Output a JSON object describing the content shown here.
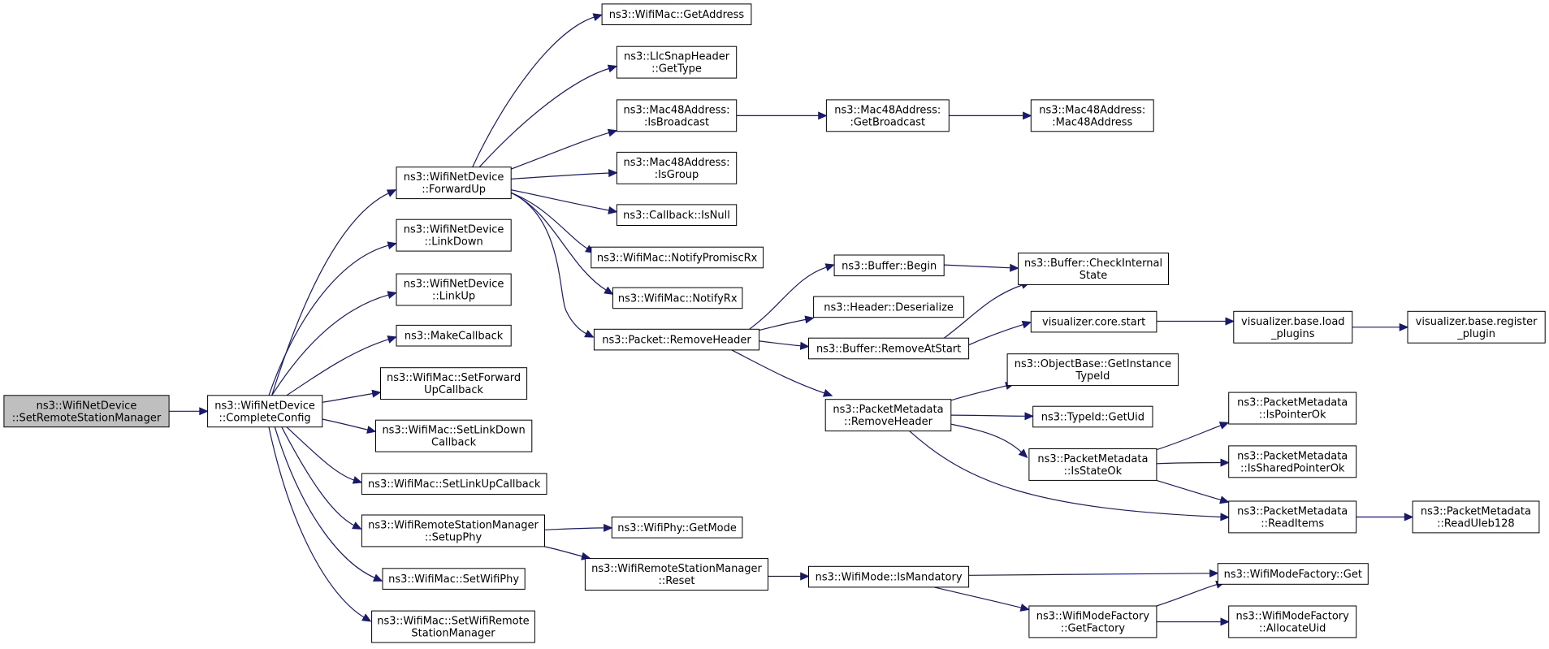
{
  "diagram": {
    "nodes": [
      {
        "id": "n0",
        "lines": [
          "ns3::WifiNetDevice",
          "::SetRemoteStationManager"
        ]
      },
      {
        "id": "n1",
        "lines": [
          "ns3::WifiNetDevice",
          "::CompleteConfig"
        ]
      },
      {
        "id": "n2",
        "lines": [
          "ns3::WifiNetDevice",
          "::ForwardUp"
        ]
      },
      {
        "id": "n3",
        "lines": [
          "ns3::WifiNetDevice",
          "::LinkDown"
        ]
      },
      {
        "id": "n4",
        "lines": [
          "ns3::WifiNetDevice",
          "::LinkUp"
        ]
      },
      {
        "id": "n5",
        "lines": [
          "ns3::MakeCallback"
        ]
      },
      {
        "id": "n6",
        "lines": [
          "ns3::WifiMac::SetForward",
          "UpCallback"
        ]
      },
      {
        "id": "n7",
        "lines": [
          "ns3::WifiMac::SetLinkDown",
          "Callback"
        ]
      },
      {
        "id": "n8",
        "lines": [
          "ns3::WifiMac::SetLinkUpCallback"
        ]
      },
      {
        "id": "n9",
        "lines": [
          "ns3::WifiRemoteStationManager",
          "::SetupPhy"
        ]
      },
      {
        "id": "n10",
        "lines": [
          "ns3::WifiMac::SetWifiPhy"
        ]
      },
      {
        "id": "n11",
        "lines": [
          "ns3::WifiMac::SetWifiRemote",
          "StationManager"
        ]
      },
      {
        "id": "n12",
        "lines": [
          "ns3::WifiMac::GetAddress"
        ]
      },
      {
        "id": "n13",
        "lines": [
          "ns3::LlcSnapHeader",
          "::GetType"
        ]
      },
      {
        "id": "n14",
        "lines": [
          "ns3::Mac48Address:",
          ":IsBroadcast"
        ]
      },
      {
        "id": "n15",
        "lines": [
          "ns3::Mac48Address:",
          ":IsGroup"
        ]
      },
      {
        "id": "n16",
        "lines": [
          "ns3::Callback::IsNull"
        ]
      },
      {
        "id": "n17",
        "lines": [
          "ns3::WifiMac::NotifyPromiscRx"
        ]
      },
      {
        "id": "n18",
        "lines": [
          "ns3::WifiMac::NotifyRx"
        ]
      },
      {
        "id": "n19",
        "lines": [
          "ns3::Packet::RemoveHeader"
        ]
      },
      {
        "id": "n20",
        "lines": [
          "ns3::WifiPhy::GetMode"
        ]
      },
      {
        "id": "n21",
        "lines": [
          "ns3::WifiRemoteStationManager",
          "::Reset"
        ]
      },
      {
        "id": "n22",
        "lines": [
          "ns3::Mac48Address:",
          ":GetBroadcast"
        ]
      },
      {
        "id": "n23",
        "lines": [
          "ns3::Mac48Address:",
          ":Mac48Address"
        ]
      },
      {
        "id": "n24",
        "lines": [
          "ns3::Buffer::Begin"
        ]
      },
      {
        "id": "n25",
        "lines": [
          "ns3::Header::Deserialize"
        ]
      },
      {
        "id": "n26",
        "lines": [
          "ns3::Buffer::RemoveAtStart"
        ]
      },
      {
        "id": "n27",
        "lines": [
          "ns3::PacketMetadata",
          "::RemoveHeader"
        ]
      },
      {
        "id": "n28",
        "lines": [
          "ns3::WifiMode::IsMandatory"
        ]
      },
      {
        "id": "n29",
        "lines": [
          "ns3::Buffer::CheckInternal",
          "State"
        ]
      },
      {
        "id": "n30",
        "lines": [
          "visualizer.core.start"
        ]
      },
      {
        "id": "n31",
        "lines": [
          "ns3::ObjectBase::GetInstance",
          "TypeId"
        ]
      },
      {
        "id": "n32",
        "lines": [
          "ns3::TypeId::GetUid"
        ]
      },
      {
        "id": "n33",
        "lines": [
          "ns3::PacketMetadata",
          "::IsStateOk"
        ]
      },
      {
        "id": "n34",
        "lines": [
          "ns3::PacketMetadata",
          "::ReadItems"
        ]
      },
      {
        "id": "n35",
        "lines": [
          "ns3::WifiModeFactory",
          "::GetFactory"
        ]
      },
      {
        "id": "n36",
        "lines": [
          "visualizer.base.load",
          "_plugins"
        ]
      },
      {
        "id": "n37",
        "lines": [
          "ns3::PacketMetadata",
          "::IsPointerOk"
        ]
      },
      {
        "id": "n38",
        "lines": [
          "ns3::PacketMetadata",
          "::IsSharedPointerOk"
        ]
      },
      {
        "id": "n39",
        "lines": [
          "ns3::PacketMetadata",
          "::ReadUleb128"
        ]
      },
      {
        "id": "n40",
        "lines": [
          "ns3::WifiModeFactory::Get"
        ]
      },
      {
        "id": "n41",
        "lines": [
          "ns3::WifiModeFactory",
          "::AllocateUid"
        ]
      },
      {
        "id": "n42",
        "lines": [
          "visualizer.base.register",
          "_plugin"
        ]
      }
    ],
    "edges": [
      [
        "n0",
        "n1"
      ],
      [
        "n1",
        "n2"
      ],
      [
        "n1",
        "n3"
      ],
      [
        "n1",
        "n4"
      ],
      [
        "n1",
        "n5"
      ],
      [
        "n1",
        "n6"
      ],
      [
        "n1",
        "n7"
      ],
      [
        "n1",
        "n8"
      ],
      [
        "n1",
        "n9"
      ],
      [
        "n1",
        "n10"
      ],
      [
        "n1",
        "n11"
      ],
      [
        "n2",
        "n12"
      ],
      [
        "n2",
        "n13"
      ],
      [
        "n2",
        "n14"
      ],
      [
        "n2",
        "n15"
      ],
      [
        "n2",
        "n16"
      ],
      [
        "n2",
        "n17"
      ],
      [
        "n2",
        "n18"
      ],
      [
        "n2",
        "n19"
      ],
      [
        "n9",
        "n20"
      ],
      [
        "n9",
        "n21"
      ],
      [
        "n14",
        "n22"
      ],
      [
        "n22",
        "n23"
      ],
      [
        "n19",
        "n24"
      ],
      [
        "n19",
        "n25"
      ],
      [
        "n19",
        "n26"
      ],
      [
        "n19",
        "n27"
      ],
      [
        "n21",
        "n28"
      ],
      [
        "n24",
        "n29"
      ],
      [
        "n26",
        "n29"
      ],
      [
        "n26",
        "n30"
      ],
      [
        "n27",
        "n31"
      ],
      [
        "n27",
        "n32"
      ],
      [
        "n27",
        "n33"
      ],
      [
        "n27",
        "n34"
      ],
      [
        "n28",
        "n40"
      ],
      [
        "n28",
        "n35"
      ],
      [
        "n30",
        "n36"
      ],
      [
        "n36",
        "n42"
      ],
      [
        "n33",
        "n37"
      ],
      [
        "n33",
        "n38"
      ],
      [
        "n33",
        "n34"
      ],
      [
        "n34",
        "n39"
      ],
      [
        "n35",
        "n40"
      ],
      [
        "n35",
        "n41"
      ]
    ]
  }
}
